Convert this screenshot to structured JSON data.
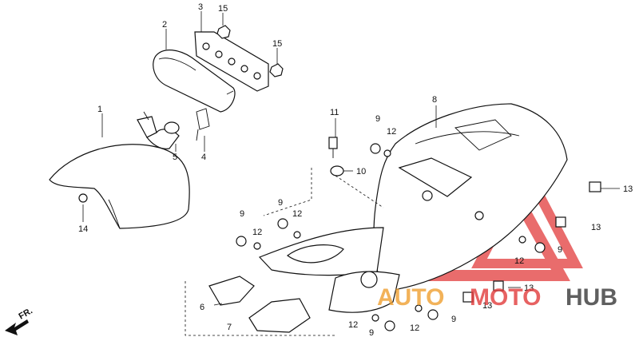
{
  "diagram": {
    "callouts": [
      {
        "id": "c1",
        "text": "1"
      },
      {
        "id": "c2",
        "text": "2"
      },
      {
        "id": "c3",
        "text": "3"
      },
      {
        "id": "c4",
        "text": "4"
      },
      {
        "id": "c5",
        "text": "5"
      },
      {
        "id": "c6",
        "text": "6"
      },
      {
        "id": "c7",
        "text": "7"
      },
      {
        "id": "c8",
        "text": "8"
      },
      {
        "id": "c9a",
        "text": "9"
      },
      {
        "id": "c9b",
        "text": "9"
      },
      {
        "id": "c9c",
        "text": "9"
      },
      {
        "id": "c9d",
        "text": "9"
      },
      {
        "id": "c9e",
        "text": "9"
      },
      {
        "id": "c9f",
        "text": "9"
      },
      {
        "id": "c10",
        "text": "10"
      },
      {
        "id": "c11",
        "text": "11"
      },
      {
        "id": "c12a",
        "text": "12"
      },
      {
        "id": "c12b",
        "text": "12"
      },
      {
        "id": "c12c",
        "text": "12"
      },
      {
        "id": "c12d",
        "text": "12"
      },
      {
        "id": "c12e",
        "text": "12"
      },
      {
        "id": "c12f",
        "text": "12"
      },
      {
        "id": "c13a",
        "text": "13"
      },
      {
        "id": "c13b",
        "text": "13"
      },
      {
        "id": "c13c",
        "text": "13"
      },
      {
        "id": "c13d",
        "text": "13"
      },
      {
        "id": "c14",
        "text": "14"
      },
      {
        "id": "c15a",
        "text": "15"
      },
      {
        "id": "c15b",
        "text": "15"
      }
    ],
    "direction_label": "FR.",
    "colors": {
      "line": "#111111",
      "watermark_red": "#e23b3b",
      "watermark_orange": "#f0a030",
      "watermark_dark": "#444444"
    }
  },
  "watermark": {
    "part1": "AUTO",
    "part2": "MOTO",
    "part3": "HUB"
  }
}
